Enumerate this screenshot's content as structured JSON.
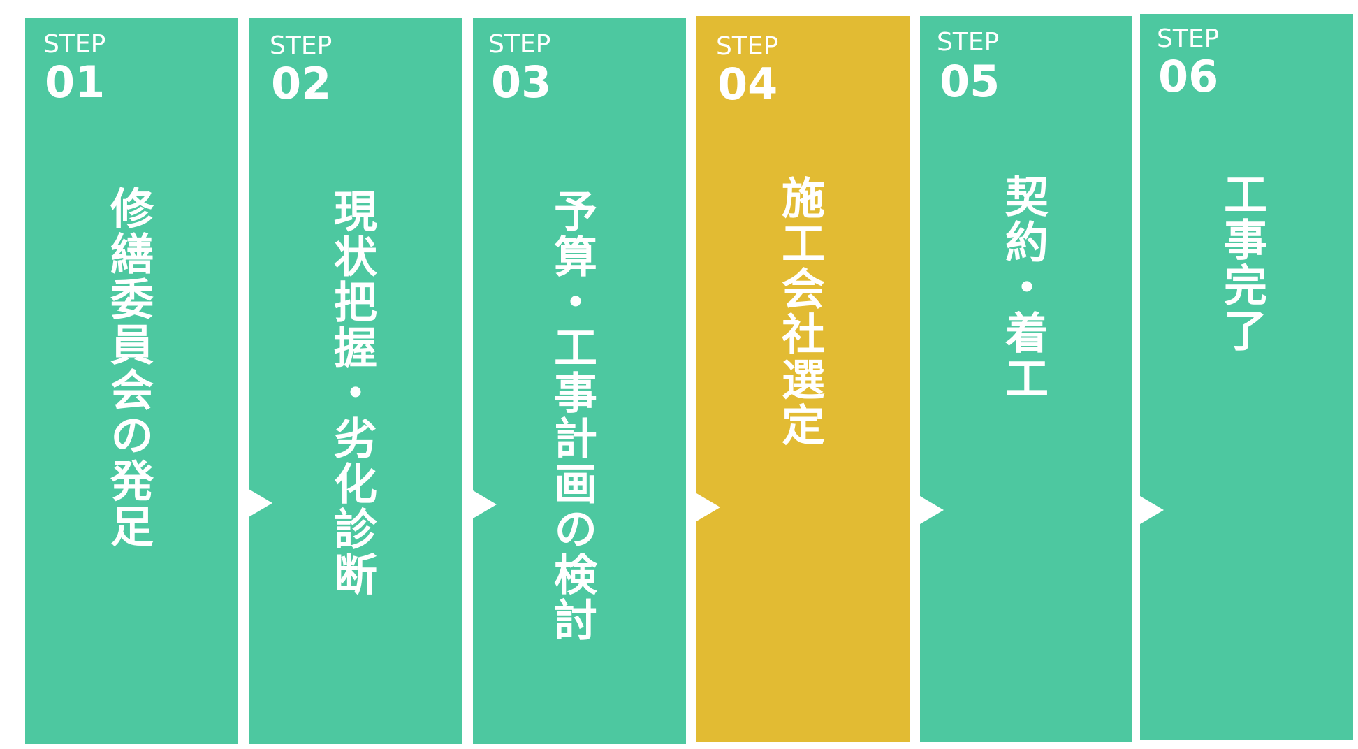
{
  "step_word": "STEP",
  "colors": {
    "green": "#4DC8A0",
    "yellow": "#E2BB33",
    "arrow": "#ffffff"
  },
  "steps": [
    {
      "number": "01",
      "title": "修繕委員会の発足",
      "color": "green"
    },
    {
      "number": "02",
      "title": "現状把握・劣化診断",
      "color": "green"
    },
    {
      "number": "03",
      "title": "予算・工事計画の検討",
      "color": "green"
    },
    {
      "number": "04",
      "title": "施工会社選定",
      "color": "yellow"
    },
    {
      "number": "05",
      "title": "契約・着工",
      "color": "green"
    },
    {
      "number": "06",
      "title": "工事完了",
      "color": "green"
    }
  ]
}
